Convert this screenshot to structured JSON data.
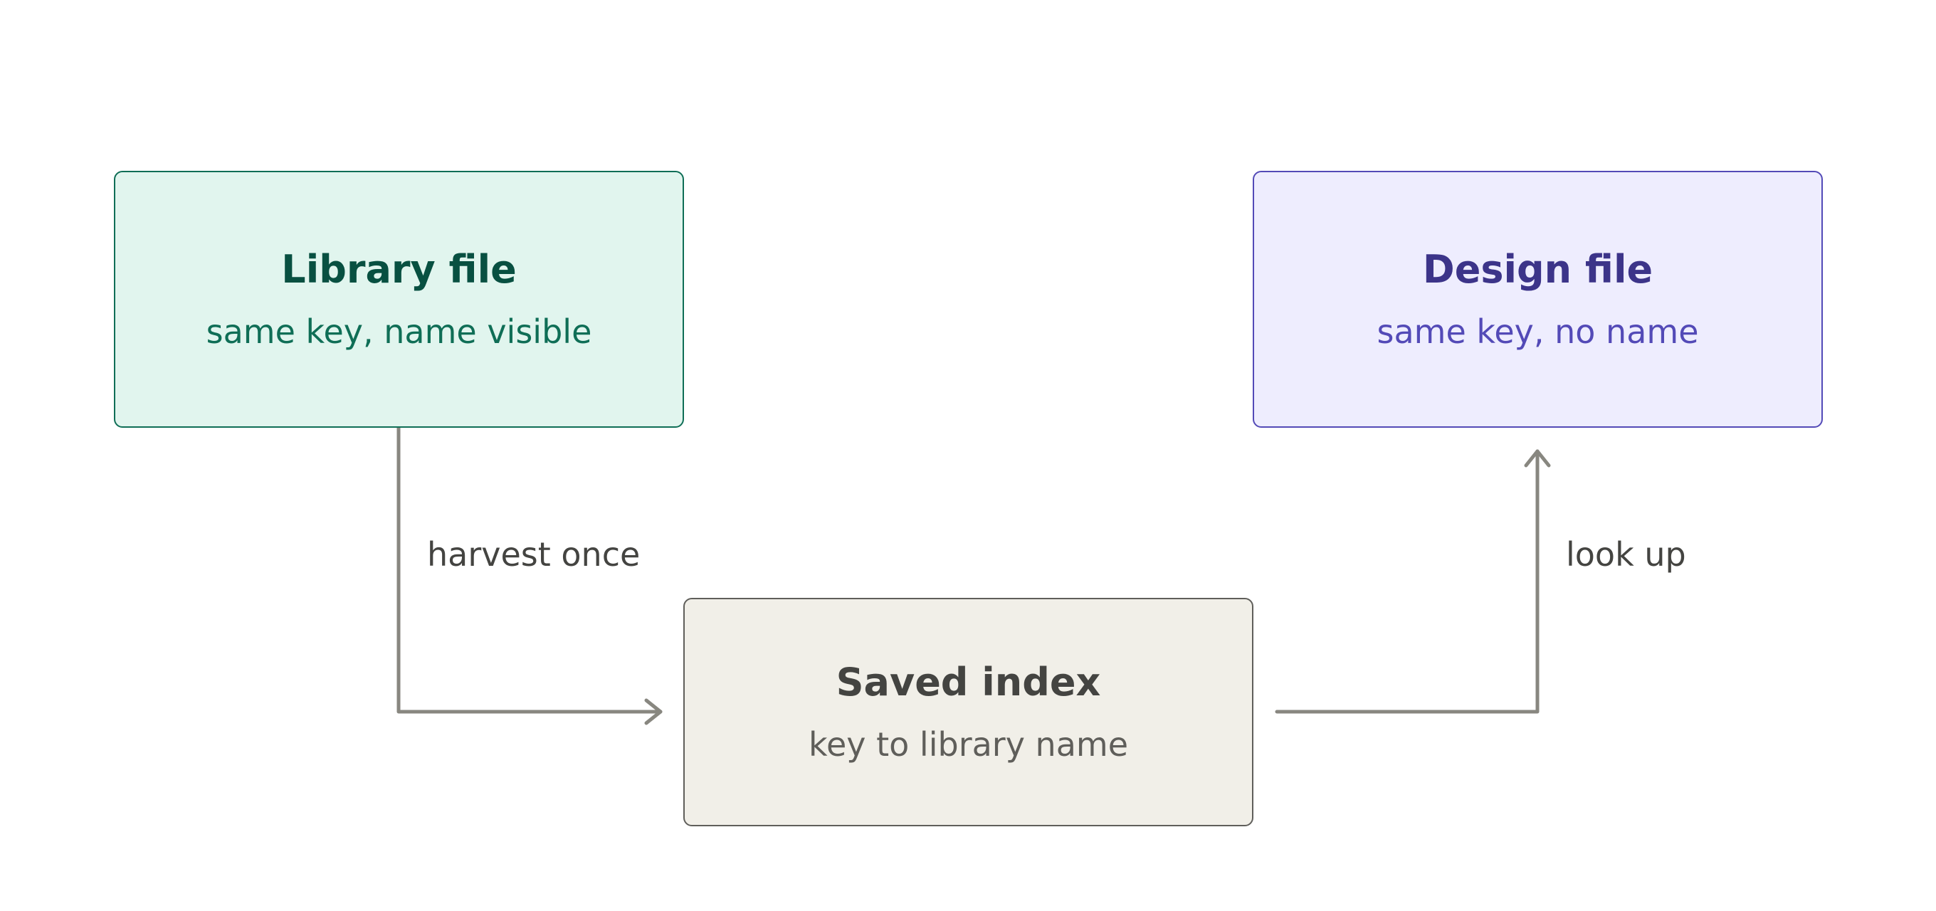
{
  "nodes": {
    "library": {
      "title": "Library file",
      "subtitle": "same key, name visible"
    },
    "design": {
      "title": "Design file",
      "subtitle": "same key, no name"
    },
    "index": {
      "title": "Saved index",
      "subtitle": "key to library name"
    }
  },
  "edges": {
    "harvest": {
      "label": "harvest once"
    },
    "lookup": {
      "label": "look up"
    }
  },
  "colors": {
    "library_fill": "#e1f5ee",
    "library_stroke": "#0f6e56",
    "design_fill": "#eeedfe",
    "design_stroke": "#534ab7",
    "index_fill": "#f1efe8",
    "index_stroke": "#5f5e5a",
    "arrow": "#888780"
  }
}
